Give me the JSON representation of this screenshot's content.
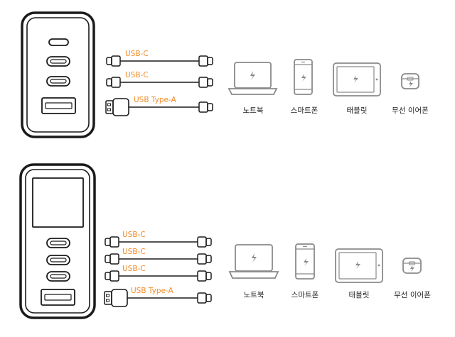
{
  "colors": {
    "accent": "#f28c28",
    "outline": "#1a1a1a",
    "device_outline": "#8a8a8a",
    "background": "#ffffff"
  },
  "panel1": {
    "cables": [
      {
        "label": "USB-C",
        "connector": "usb-c"
      },
      {
        "label": "USB-C",
        "connector": "usb-c"
      },
      {
        "label": "USB Type-A",
        "connector": "usb-a"
      }
    ],
    "devices": [
      {
        "label": "노트북",
        "icon": "laptop-icon"
      },
      {
        "label": "스마트폰",
        "icon": "smartphone-icon"
      },
      {
        "label": "태블릿",
        "icon": "tablet-icon"
      },
      {
        "label": "무선 이어폰",
        "icon": "earbuds-case-icon"
      }
    ]
  },
  "panel2": {
    "cables": [
      {
        "label": "USB-C",
        "connector": "usb-c"
      },
      {
        "label": "USB-C",
        "connector": "usb-c"
      },
      {
        "label": "USB-C",
        "connector": "usb-c"
      },
      {
        "label": "USB Type-A",
        "connector": "usb-a"
      }
    ],
    "devices": [
      {
        "label": "노트북",
        "icon": "laptop-icon"
      },
      {
        "label": "스마트폰",
        "icon": "smartphone-icon"
      },
      {
        "label": "태블릿",
        "icon": "tablet-icon"
      },
      {
        "label": "무선 이어폰",
        "icon": "earbuds-case-icon"
      }
    ]
  }
}
